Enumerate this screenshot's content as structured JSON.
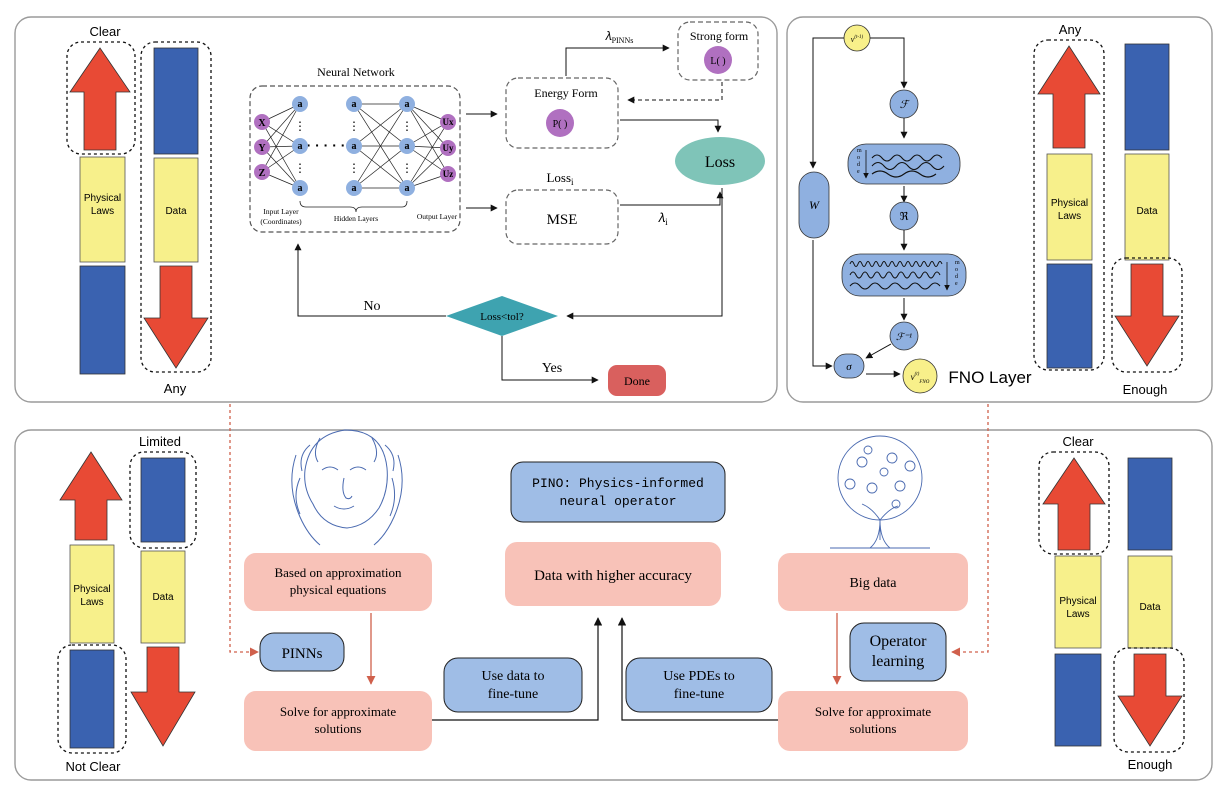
{
  "top_left_panel": {
    "bar_top_label": "Clear",
    "bar_bottom_label": "Any",
    "physical_laws": "Physical Laws",
    "data": "Data",
    "nn_title": "Neural Network",
    "input_nodes": [
      "X",
      "Y",
      "Z"
    ],
    "hidden_node": "a",
    "output_nodes": [
      "Ux",
      "Uy",
      "Uz"
    ],
    "input_layer_label_1": "Input Layer",
    "input_layer_label_2": "(Coordinates)",
    "hidden_layers_label": "Hidden Layers",
    "output_layer_label": "Output Layer",
    "energy_form": "Energy Form",
    "energy_op": "P( )",
    "strong_form": "Strong form",
    "strong_op": "L( )",
    "lambda_pinns": "λPINNs",
    "loss": "Loss",
    "loss_i": "Lossi",
    "mse": "MSE",
    "lambda_i": "λi",
    "decision": "Loss<tol?",
    "no": "No",
    "yes": "Yes",
    "done": "Done"
  },
  "top_right_panel": {
    "v_in": "v(t-1)",
    "fourier": "ℱ",
    "real": "ℜ",
    "inv_fourier": "ℱ⁻¹",
    "w": "W",
    "sigma": "σ",
    "v_out": "v(t)FNO",
    "mode_label": "mode",
    "fno_layer": "FNO Layer",
    "bar_top_label": "Any",
    "bar_bottom_label": "Enough",
    "physical_laws": "Physical Laws",
    "data": "Data"
  },
  "bottom_panel": {
    "left_top_label": "Limited",
    "left_bottom_label": "Not Clear",
    "right_top_label": "Clear",
    "right_bottom_label": "Enough",
    "physical_laws": "Physical Laws",
    "data": "Data",
    "approx_eq": "Based on approximation physical equations",
    "pinns": "PINNs",
    "solve_left": "Solve for approximate solutions",
    "use_data": "Use data to fine-tune",
    "pino": "PINO: Physics-informed neural operator",
    "higher_acc": "Data with higher accuracy",
    "use_pdes": "Use PDEs to fine-tune",
    "big_data": "Big data",
    "operator_learning": "Operator learning",
    "solve_right": "Solve for approximate solutions"
  },
  "colors": {
    "arrow_red": "#e84a35",
    "bar_blue": "#3a62b0",
    "bar_yellow": "#f7f08b",
    "node_blue": "#8fb0e0",
    "node_purple": "#b070c0",
    "loss_teal": "#7fc4b8",
    "decision_teal": "#3ea3b0",
    "done_red": "#d9605e",
    "pink_box": "#f8c2b8",
    "blue_box": "#9fbde6",
    "yellow_circle": "#f8f08a",
    "dotted_red": "#e0604c"
  }
}
